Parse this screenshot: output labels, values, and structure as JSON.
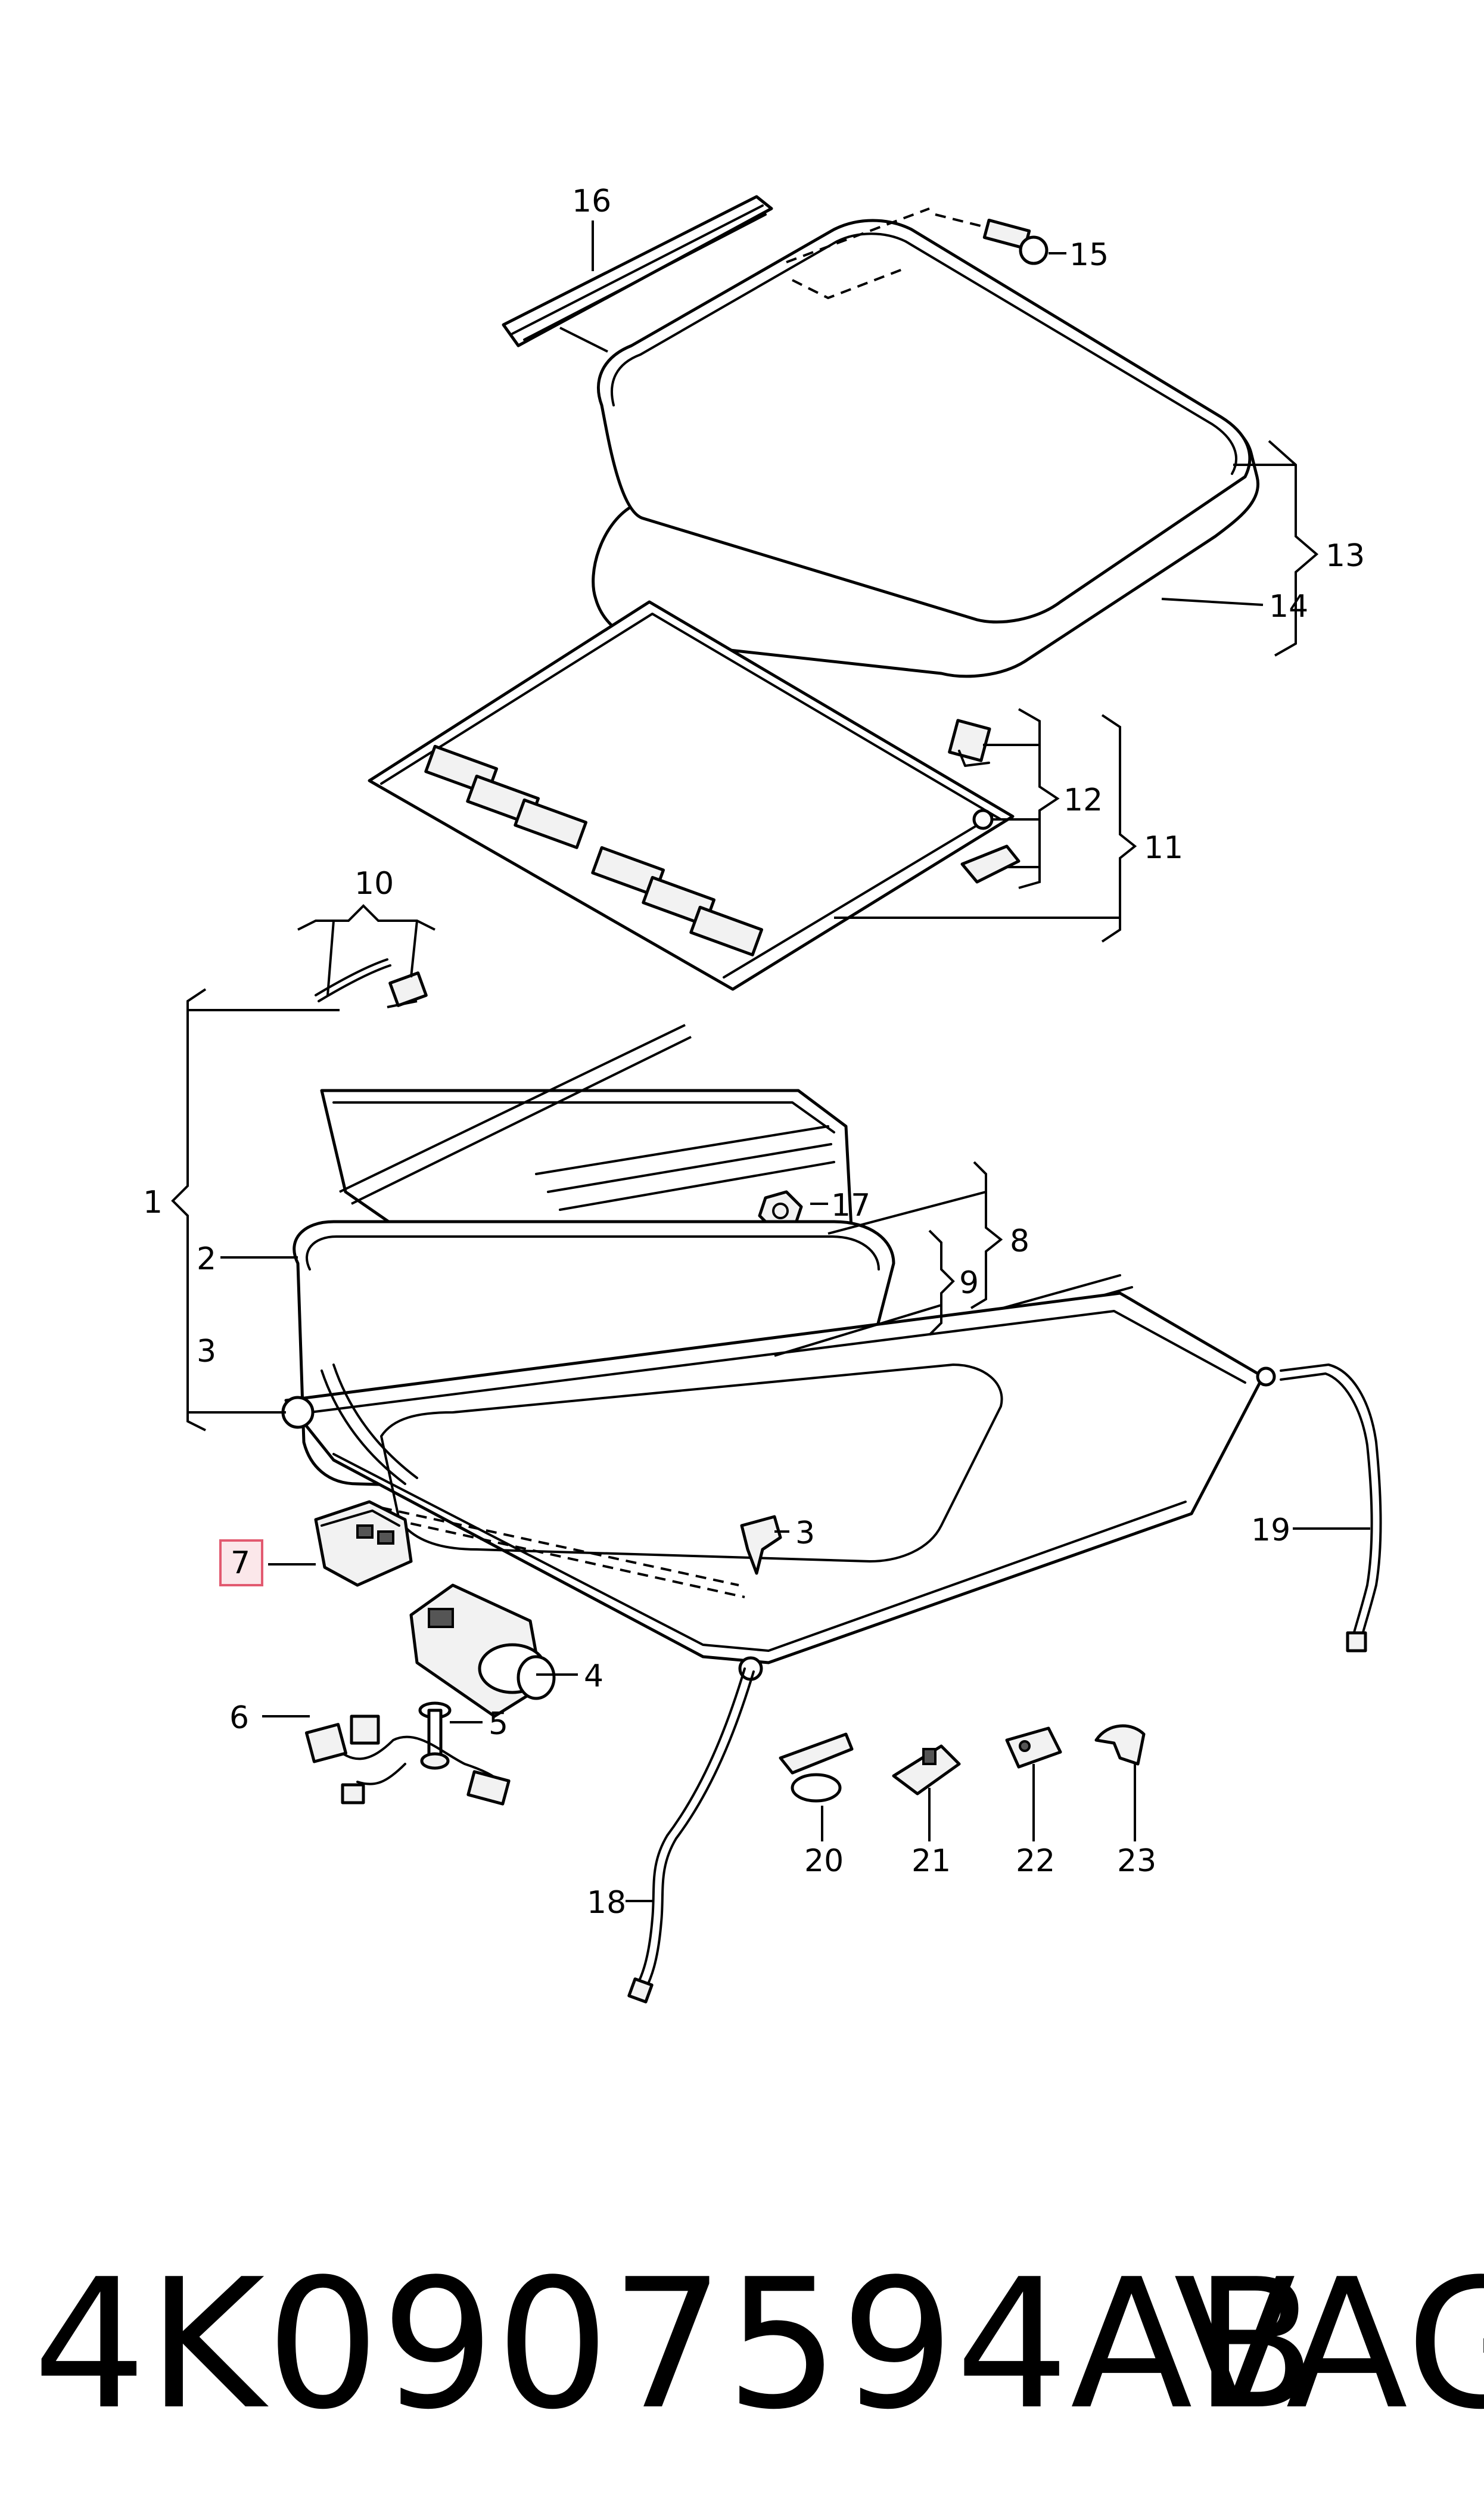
{
  "callouts": {
    "c1": "1",
    "c2": "2",
    "c3a": "3",
    "c3b": "3",
    "c4": "4",
    "c5": "5",
    "c6": "6",
    "c7": "7",
    "c8": "8",
    "c9": "9",
    "c10": "10",
    "c11": "11",
    "c12": "12",
    "c13": "13",
    "c14": "14",
    "c15": "15",
    "c16": "16",
    "c17": "17",
    "c18": "18",
    "c19": "19",
    "c20": "20",
    "c21": "21",
    "c22": "22",
    "c23": "23"
  },
  "highlighted_callout": "7",
  "highlight_color": "#e25a70",
  "footer": {
    "part_number": "4K0907594AB",
    "brand": "VAG"
  }
}
